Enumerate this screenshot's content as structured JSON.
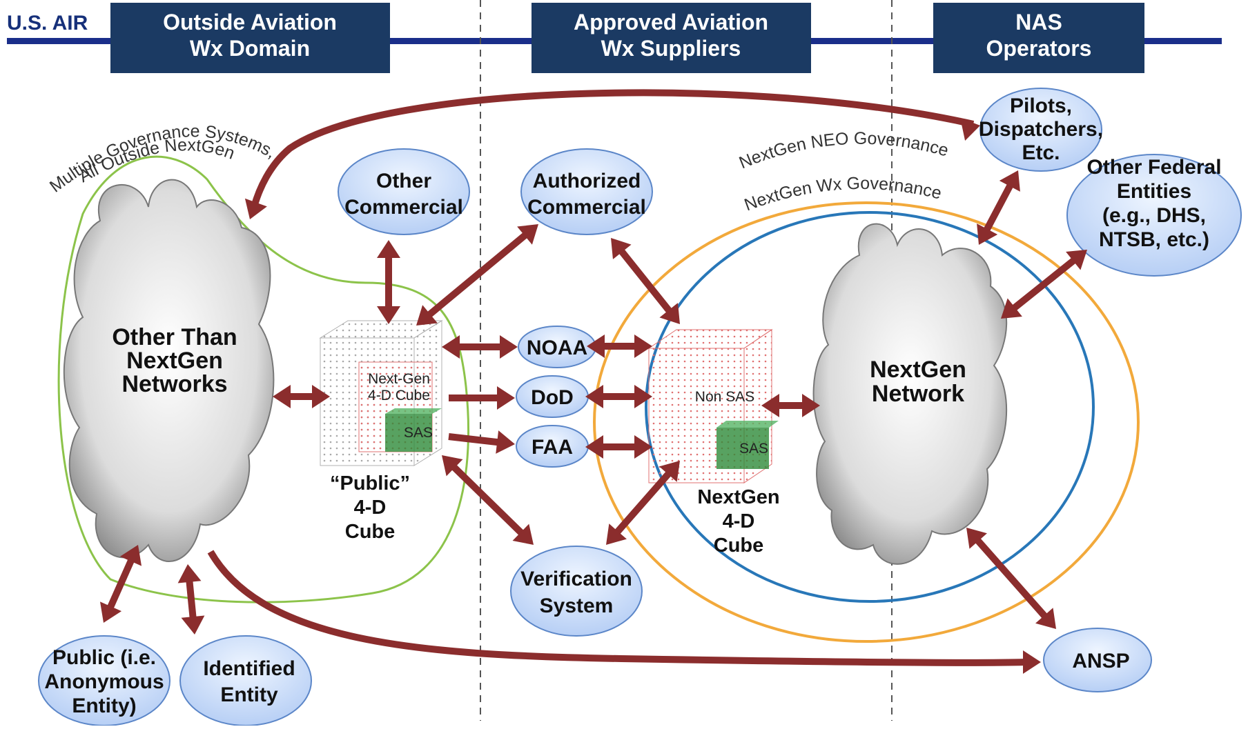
{
  "brand": "U.S. AIR",
  "headers": {
    "outside": [
      "Outside Aviation",
      "Wx Domain"
    ],
    "approved": [
      "Approved Aviation",
      "Wx Suppliers"
    ],
    "nas": [
      "NAS",
      "Operators"
    ]
  },
  "arcs": {
    "multiple_1": "Multiple Governance Systems,",
    "multiple_2": "All Outside NextGen",
    "neo": "NextGen NEO Governance",
    "wx": "NextGen Wx Governance"
  },
  "clouds": {
    "other": [
      "Other Than",
      "NextGen",
      "Networks"
    ],
    "nextgen": [
      "NextGen",
      "Network"
    ]
  },
  "nodes": {
    "other_commercial": [
      "Other",
      "Commercial"
    ],
    "authorized_commercial": [
      "Authorized",
      "Commercial"
    ],
    "noaa": "NOAA",
    "dod": "DoD",
    "faa": "FAA",
    "verification": [
      "Verification",
      "System"
    ],
    "pilots": [
      "Pilots,",
      "Dispatchers,",
      "Etc."
    ],
    "other_federal": [
      "Other Federal",
      "Entities",
      "(e.g., DHS,",
      "NTSB, etc.)"
    ],
    "public": [
      "Public (i.e.",
      "Anonymous",
      "Entity)"
    ],
    "identified": [
      "Identified",
      "Entity"
    ],
    "ansp": "ANSP"
  },
  "cubes": {
    "public_inner": [
      "Next-Gen",
      "4-D Cube"
    ],
    "public_sas": "SAS",
    "public_label": [
      "“Public”",
      "4-D",
      "Cube"
    ],
    "nextgen_nonsas": "Non SAS",
    "nextgen_sas": "SAS",
    "nextgen_label": [
      "NextGen",
      "4-D",
      "Cube"
    ]
  },
  "colors": {
    "header_bg": "#1b3a63",
    "rule": "#1a2e8a",
    "arrow": "#8b2d2d",
    "oval_fill": "#cfe0fb",
    "oval_stroke": "#5b86c8",
    "green_boundary": "#8cc34a",
    "orange_ring": "#f2a93b",
    "blue_ring": "#2877b8",
    "cube_red": "#e07070",
    "cube_grey": "#a8a8a8",
    "sas_green": "#2e8b3a"
  }
}
